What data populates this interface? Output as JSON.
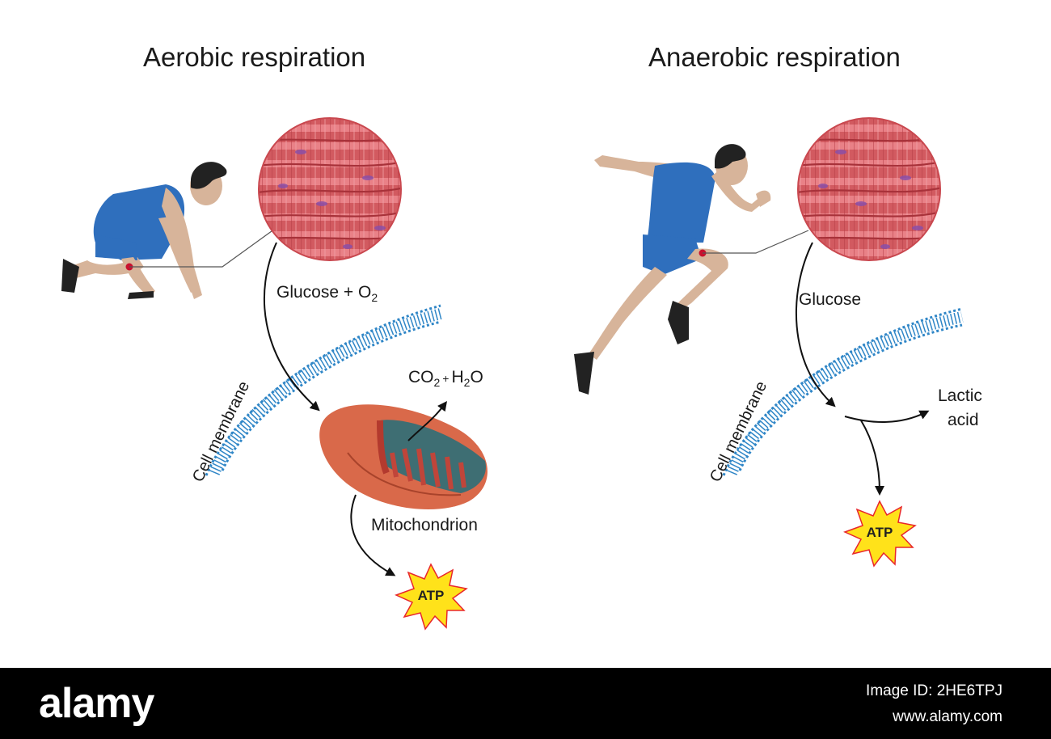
{
  "aerobic": {
    "title": "Aerobic respiration",
    "input_label": "Glucose + O",
    "input_sub": "2",
    "membrane_label": "Cell membrane",
    "products": {
      "co": "CO",
      "co_sub": "2",
      "plus": "+",
      "h": "H",
      "h_sub": "2",
      "o": "O"
    },
    "organelle_label": "Mitochondrion",
    "energy_label": "ATP"
  },
  "anaerobic": {
    "title": "Anaerobic respiration",
    "input_label": "Glucose",
    "membrane_label": "Cell membrane",
    "product_line1": "Lactic",
    "product_line2": "acid",
    "energy_label": "ATP"
  },
  "colors": {
    "muscle": "#c9484f",
    "muscle_light": "#e07b7f",
    "membrane": "#2f86c7",
    "shirt": "#2f6fbd",
    "skin": "#d7b49a",
    "atp_fill": "#ffe21a",
    "atp_stroke": "#e8262b",
    "mito": "#d9694a"
  },
  "footer": {
    "logo": "alamy",
    "image_id": "Image ID: 2HE6TPJ",
    "site": "www.alamy.com"
  }
}
